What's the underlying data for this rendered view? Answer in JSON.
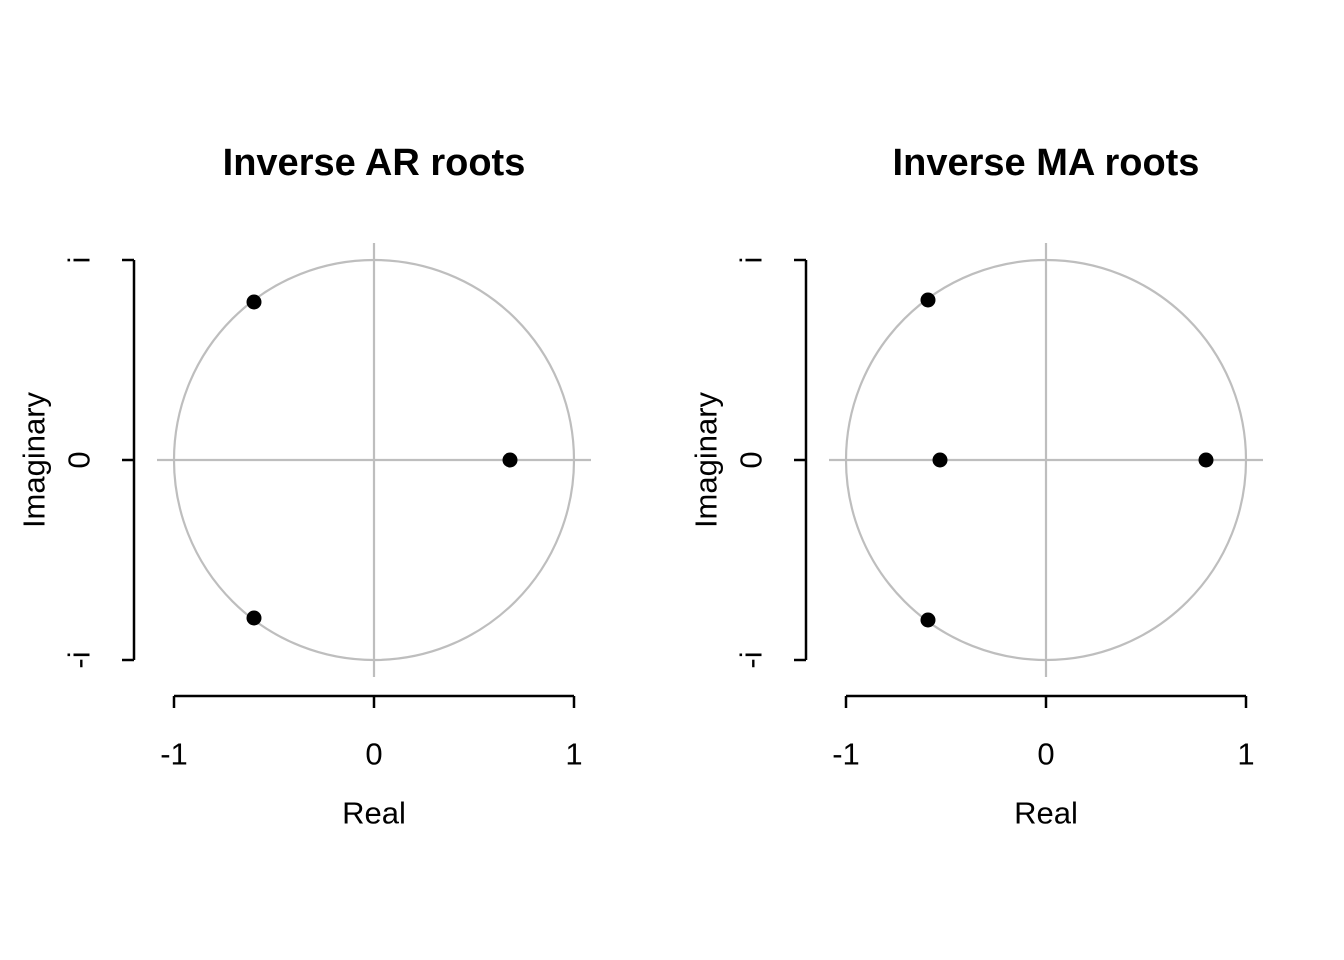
{
  "figure": {
    "background": "#ffffff",
    "description": "Two-panel unit circle plot of ARMA inverse roots"
  },
  "colors": {
    "point": "#000000",
    "unit_circle": "#bebebe",
    "zero_lines": "#bebebe",
    "axis": "#000000"
  },
  "chart_data": [
    {
      "type": "scatter",
      "title": "Inverse AR roots",
      "xlabel": "Real",
      "ylabel": "Imaginary",
      "xlim": [
        -1,
        1
      ],
      "ylim": [
        -1,
        1
      ],
      "x_ticks": [
        -1,
        0,
        1
      ],
      "x_tick_labels": [
        "-1",
        "0",
        "1"
      ],
      "y_ticks": [
        1,
        0,
        -1
      ],
      "y_tick_labels": [
        "i",
        "0",
        "-i"
      ],
      "unit_circle": true,
      "grid": false,
      "legend": "none",
      "points": [
        {
          "re": -0.6,
          "im": 0.79
        },
        {
          "re": -0.6,
          "im": -0.79
        },
        {
          "re": 0.68,
          "im": 0.0
        }
      ]
    },
    {
      "type": "scatter",
      "title": "Inverse MA roots",
      "xlabel": "Real",
      "ylabel": "Imaginary",
      "xlim": [
        -1,
        1
      ],
      "ylim": [
        -1,
        1
      ],
      "x_ticks": [
        -1,
        0,
        1
      ],
      "x_tick_labels": [
        "-1",
        "0",
        "1"
      ],
      "y_ticks": [
        1,
        0,
        -1
      ],
      "y_tick_labels": [
        "i",
        "0",
        "-i"
      ],
      "unit_circle": true,
      "grid": false,
      "legend": "none",
      "points": [
        {
          "re": -0.59,
          "im": 0.8
        },
        {
          "re": -0.59,
          "im": -0.8
        },
        {
          "re": -0.53,
          "im": 0.0
        },
        {
          "re": 0.8,
          "im": 0.0
        }
      ]
    }
  ]
}
